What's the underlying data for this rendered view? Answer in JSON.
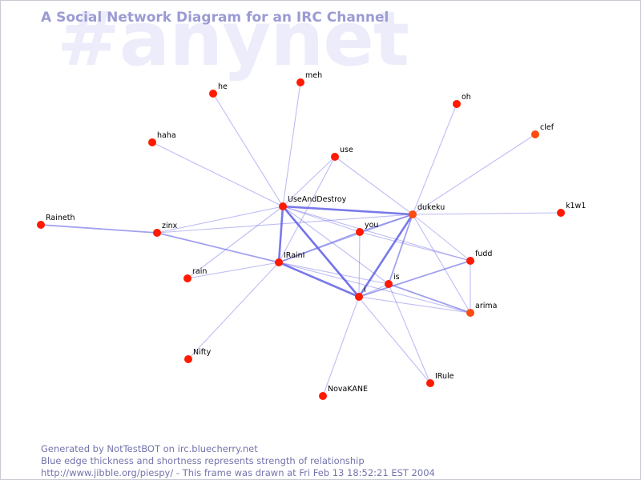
{
  "watermark": "#anynet",
  "title": "A Social Network Diagram for an IRC Channel",
  "footer": {
    "line1": "Generated by NotTestBOT on irc.bluecherry.net",
    "line2": "Blue edge thickness and shortness represents strength of relationship",
    "line3": "http://www.jibble.org/piespy/ - This frame was drawn at Fri Feb 13 18:52:21 EST 2004"
  },
  "colors": {
    "node": "#ff1a00",
    "node_alt": "#ff4a10",
    "edge": "#6262e6",
    "title": "#9b9bd3",
    "watermark": "#ececfb",
    "footer": "#7474ad"
  },
  "graph": {
    "nodes": [
      {
        "id": "he",
        "label": "he",
        "color": "#ff1a00"
      },
      {
        "id": "meh",
        "label": "meh",
        "color": "#ff1a00"
      },
      {
        "id": "oh",
        "label": "oh",
        "color": "#ff1a00"
      },
      {
        "id": "clef",
        "label": "clef",
        "color": "#ff4a10"
      },
      {
        "id": "haha",
        "label": "haha",
        "color": "#ff1a00"
      },
      {
        "id": "use",
        "label": "use",
        "color": "#ff1a00"
      },
      {
        "id": "UseAndDestroy",
        "label": "UseAndDestroy",
        "color": "#ff1a00"
      },
      {
        "id": "dukeku",
        "label": "dukeku",
        "color": "#ff4a10"
      },
      {
        "id": "k1w1",
        "label": "k1w1",
        "color": "#ff1a00"
      },
      {
        "id": "Raineth",
        "label": "Raineth",
        "color": "#ff1a00"
      },
      {
        "id": "zinx",
        "label": "zinx",
        "color": "#ff1a00"
      },
      {
        "id": "you",
        "label": "you",
        "color": "#ff1a00"
      },
      {
        "id": "fudd",
        "label": "fudd",
        "color": "#ff1a00"
      },
      {
        "id": "IRainI",
        "label": "IRainI",
        "color": "#ff1a00"
      },
      {
        "id": "rain",
        "label": "rain",
        "color": "#ff1a00"
      },
      {
        "id": "is",
        "label": "is",
        "color": "#ff1a00"
      },
      {
        "id": "i",
        "label": "i",
        "color": "#ff1a00"
      },
      {
        "id": "arima",
        "label": "arima",
        "color": "#ff4a10"
      },
      {
        "id": "Nifty",
        "label": "Nifty",
        "color": "#ff1a00"
      },
      {
        "id": "IRule",
        "label": "IRule",
        "color": "#ff1a00"
      },
      {
        "id": "NovaKANE",
        "label": "NovaKANE",
        "color": "#ff1a00"
      }
    ],
    "edges": [
      {
        "source": "UseAndDestroy",
        "target": "he",
        "weight": 1
      },
      {
        "source": "UseAndDestroy",
        "target": "meh",
        "weight": 1
      },
      {
        "source": "UseAndDestroy",
        "target": "haha",
        "weight": 1
      },
      {
        "source": "UseAndDestroy",
        "target": "use",
        "weight": 1
      },
      {
        "source": "UseAndDestroy",
        "target": "dukeku",
        "weight": 3
      },
      {
        "source": "UseAndDestroy",
        "target": "IRainI",
        "weight": 3
      },
      {
        "source": "UseAndDestroy",
        "target": "i",
        "weight": 3
      },
      {
        "source": "UseAndDestroy",
        "target": "you",
        "weight": 1
      },
      {
        "source": "UseAndDestroy",
        "target": "zinx",
        "weight": 1
      },
      {
        "source": "UseAndDestroy",
        "target": "rain",
        "weight": 1
      },
      {
        "source": "UseAndDestroy",
        "target": "is",
        "weight": 1
      },
      {
        "source": "UseAndDestroy",
        "target": "fudd",
        "weight": 1
      },
      {
        "source": "dukeku",
        "target": "oh",
        "weight": 1
      },
      {
        "source": "dukeku",
        "target": "clef",
        "weight": 1
      },
      {
        "source": "dukeku",
        "target": "k1w1",
        "weight": 1
      },
      {
        "source": "dukeku",
        "target": "use",
        "weight": 1
      },
      {
        "source": "dukeku",
        "target": "you",
        "weight": 2
      },
      {
        "source": "dukeku",
        "target": "i",
        "weight": 3
      },
      {
        "source": "dukeku",
        "target": "is",
        "weight": 2
      },
      {
        "source": "dukeku",
        "target": "fudd",
        "weight": 1
      },
      {
        "source": "dukeku",
        "target": "arima",
        "weight": 1
      },
      {
        "source": "dukeku",
        "target": "IRainI",
        "weight": 1
      },
      {
        "source": "dukeku",
        "target": "zinx",
        "weight": 1
      },
      {
        "source": "Raineth",
        "target": "zinx",
        "weight": 2
      },
      {
        "source": "zinx",
        "target": "IRainI",
        "weight": 2
      },
      {
        "source": "IRainI",
        "target": "i",
        "weight": 3
      },
      {
        "source": "IRainI",
        "target": "you",
        "weight": 2
      },
      {
        "source": "IRainI",
        "target": "rain",
        "weight": 1
      },
      {
        "source": "IRainI",
        "target": "Nifty",
        "weight": 1
      },
      {
        "source": "IRainI",
        "target": "is",
        "weight": 1
      },
      {
        "source": "IRainI",
        "target": "arima",
        "weight": 1
      },
      {
        "source": "IRainI",
        "target": "use",
        "weight": 1
      },
      {
        "source": "you",
        "target": "i",
        "weight": 1
      },
      {
        "source": "you",
        "target": "fudd",
        "weight": 1
      },
      {
        "source": "i",
        "target": "is",
        "weight": 1
      },
      {
        "source": "i",
        "target": "NovaKANE",
        "weight": 1
      },
      {
        "source": "i",
        "target": "fudd",
        "weight": 2
      },
      {
        "source": "i",
        "target": "arima",
        "weight": 1
      },
      {
        "source": "is",
        "target": "arima",
        "weight": 2
      },
      {
        "source": "is",
        "target": "IRule",
        "weight": 1
      },
      {
        "source": "fudd",
        "target": "arima",
        "weight": 1
      },
      {
        "source": "UseAndDestroy",
        "target": "IRule",
        "weight": 1
      }
    ]
  }
}
